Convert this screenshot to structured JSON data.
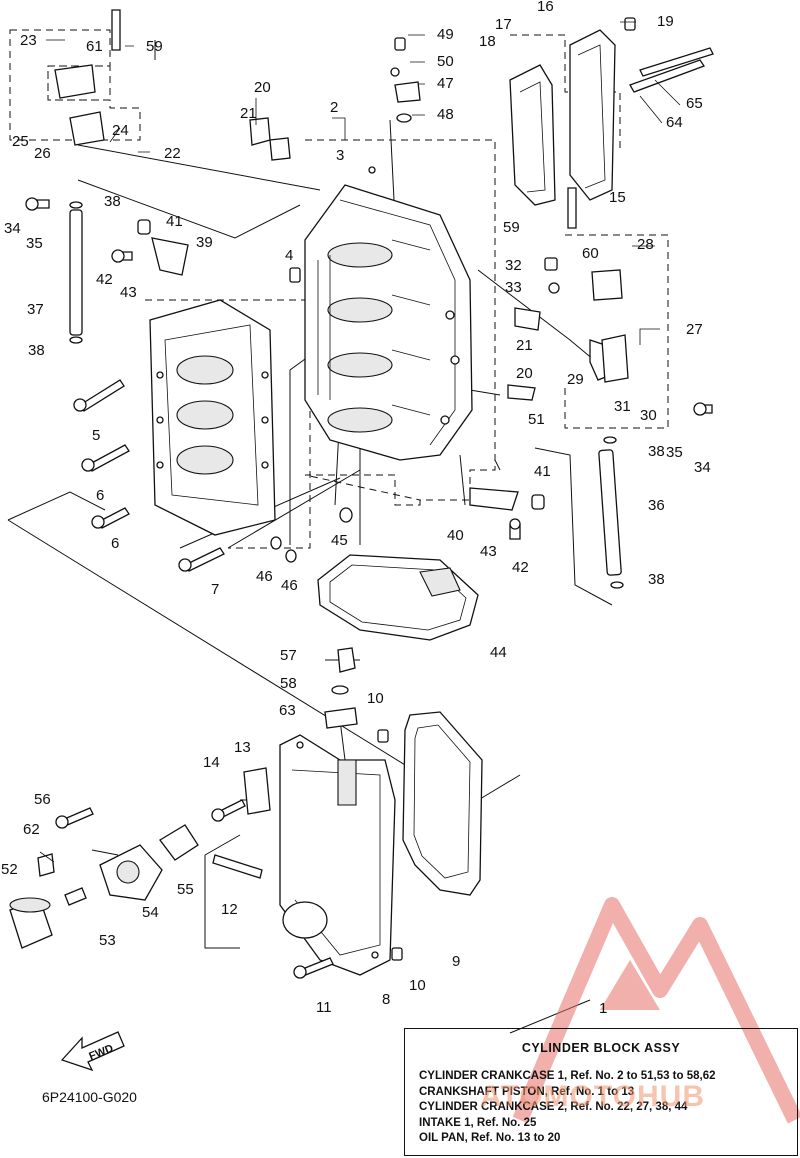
{
  "diagram_code": "6P24100-G020",
  "fwd_label": "FWD",
  "legend": {
    "title": "CYLINDER BLOCK ASSY",
    "lines": [
      "CYLINDER CRANKCASE 1, Ref. No. 2 to 51,53 to 58,62",
      "CRANKSHAFT PISTON, Ref. No. 1 to 13",
      "CYLINDER CRANKCASE 2, Ref. No. 22, 27, 38, 44",
      "INTAKE 1, Ref. No. 25",
      "OIL PAN, Ref. No. 13 to 20"
    ]
  },
  "watermark": "ATOMOTOHUB",
  "watermark_color": "#e8706a",
  "callouts": [
    {
      "key": "c1",
      "text": "1"
    },
    {
      "key": "c2",
      "text": "2"
    },
    {
      "key": "c3",
      "text": "3"
    },
    {
      "key": "c4",
      "text": "4"
    },
    {
      "key": "c5",
      "text": "5"
    },
    {
      "key": "c6a",
      "text": "6"
    },
    {
      "key": "c6b",
      "text": "6"
    },
    {
      "key": "c7",
      "text": "7"
    },
    {
      "key": "c8",
      "text": "8"
    },
    {
      "key": "c9",
      "text": "9"
    },
    {
      "key": "c10a",
      "text": "10"
    },
    {
      "key": "c10b",
      "text": "10"
    },
    {
      "key": "c11",
      "text": "11"
    },
    {
      "key": "c12",
      "text": "12"
    },
    {
      "key": "c13",
      "text": "13"
    },
    {
      "key": "c14",
      "text": "14"
    },
    {
      "key": "c15",
      "text": "15"
    },
    {
      "key": "c16",
      "text": "16"
    },
    {
      "key": "c17",
      "text": "17"
    },
    {
      "key": "c18",
      "text": "18"
    },
    {
      "key": "c19",
      "text": "19"
    },
    {
      "key": "c20a",
      "text": "20"
    },
    {
      "key": "c20b",
      "text": "20"
    },
    {
      "key": "c21a",
      "text": "21"
    },
    {
      "key": "c21b",
      "text": "21"
    },
    {
      "key": "c22",
      "text": "22"
    },
    {
      "key": "c23",
      "text": "23"
    },
    {
      "key": "c24",
      "text": "24"
    },
    {
      "key": "c25",
      "text": "25"
    },
    {
      "key": "c26",
      "text": "26"
    },
    {
      "key": "c27",
      "text": "27"
    },
    {
      "key": "c28",
      "text": "28"
    },
    {
      "key": "c29",
      "text": "29"
    },
    {
      "key": "c30",
      "text": "30"
    },
    {
      "key": "c31",
      "text": "31"
    },
    {
      "key": "c32",
      "text": "32"
    },
    {
      "key": "c33",
      "text": "33"
    },
    {
      "key": "c34a",
      "text": "34"
    },
    {
      "key": "c34b",
      "text": "34"
    },
    {
      "key": "c35a",
      "text": "35"
    },
    {
      "key": "c35b",
      "text": "35"
    },
    {
      "key": "c36",
      "text": "36"
    },
    {
      "key": "c37",
      "text": "37"
    },
    {
      "key": "c38a",
      "text": "38"
    },
    {
      "key": "c38b",
      "text": "38"
    },
    {
      "key": "c38c",
      "text": "38"
    },
    {
      "key": "c38d",
      "text": "38"
    },
    {
      "key": "c39",
      "text": "39"
    },
    {
      "key": "c40",
      "text": "40"
    },
    {
      "key": "c41a",
      "text": "41"
    },
    {
      "key": "c41b",
      "text": "41"
    },
    {
      "key": "c42a",
      "text": "42"
    },
    {
      "key": "c42b",
      "text": "42"
    },
    {
      "key": "c43a",
      "text": "43"
    },
    {
      "key": "c43b",
      "text": "43"
    },
    {
      "key": "c44",
      "text": "44"
    },
    {
      "key": "c45",
      "text": "45"
    },
    {
      "key": "c46a",
      "text": "46"
    },
    {
      "key": "c46b",
      "text": "46"
    },
    {
      "key": "c47",
      "text": "47"
    },
    {
      "key": "c48",
      "text": "48"
    },
    {
      "key": "c49",
      "text": "49"
    },
    {
      "key": "c50",
      "text": "50"
    },
    {
      "key": "c51",
      "text": "51"
    },
    {
      "key": "c52",
      "text": "52"
    },
    {
      "key": "c53",
      "text": "53"
    },
    {
      "key": "c54",
      "text": "54"
    },
    {
      "key": "c55",
      "text": "55"
    },
    {
      "key": "c56",
      "text": "56"
    },
    {
      "key": "c57",
      "text": "57"
    },
    {
      "key": "c58",
      "text": "58"
    },
    {
      "key": "c59a",
      "text": "59"
    },
    {
      "key": "c59b",
      "text": "59"
    },
    {
      "key": "c60",
      "text": "60"
    },
    {
      "key": "c61",
      "text": "61"
    },
    {
      "key": "c62",
      "text": "62"
    },
    {
      "key": "c63",
      "text": "63"
    },
    {
      "key": "c64",
      "text": "64"
    },
    {
      "key": "c65",
      "text": "65"
    }
  ]
}
